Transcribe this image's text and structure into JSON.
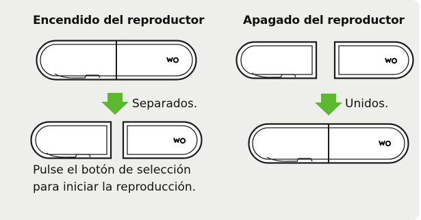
{
  "colors": {
    "background": "#eeeeec",
    "arrow": "#5cb82e",
    "outline": "#1a1a1a"
  },
  "left_section": {
    "heading": "Encendido del reproductor",
    "action_label": "Separados.",
    "instruction": "Pulse el botón de selección para iniciar la reproducción."
  },
  "right_section": {
    "heading": "Apagado del reproductor",
    "action_label": "Unidos."
  },
  "icons": [
    "walkman-logo-icon",
    "down-arrow-icon"
  ]
}
